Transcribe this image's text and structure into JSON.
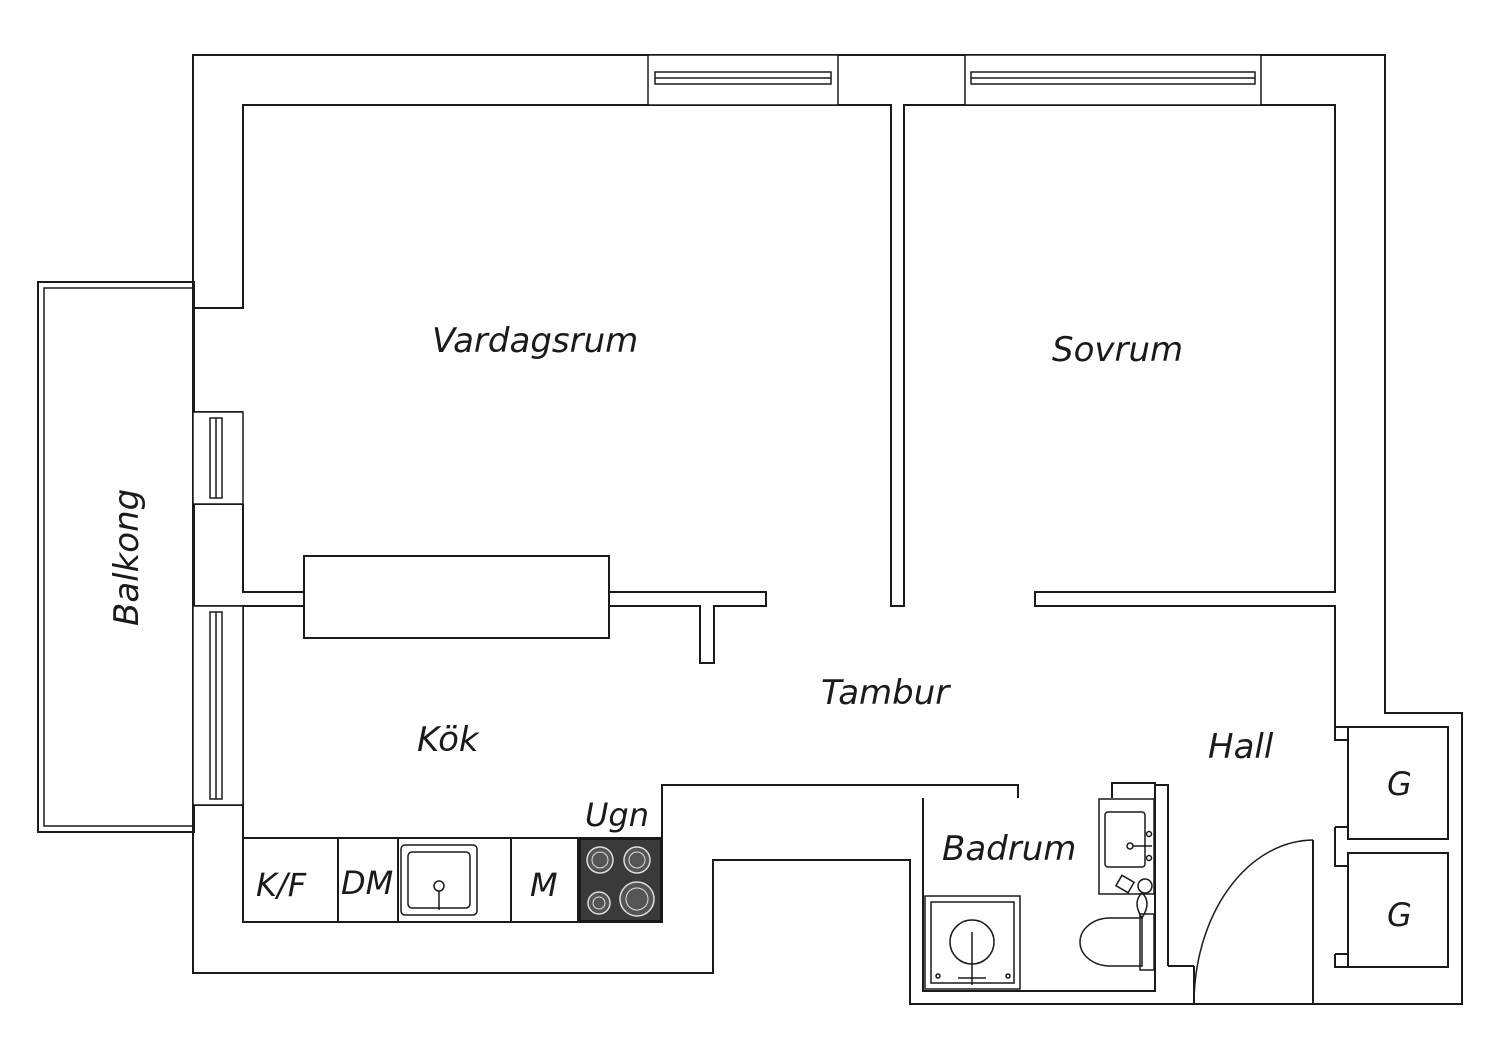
{
  "rooms": {
    "vardagsrum": "Vardagsrum",
    "sovrum": "Sovrum",
    "balkong": "Balkong",
    "kok": "Kök",
    "tambur": "Tambur",
    "hall": "Hall",
    "badrum": "Badrum",
    "ugn": "Ugn"
  },
  "kitchen": {
    "fridge": "K/F",
    "dishwasher": "DM",
    "microwave": "M"
  },
  "closets": [
    "G",
    "G"
  ],
  "colors": {
    "line": "#1a1a1a",
    "stove": "#3a3a3a",
    "background": "#ffffff"
  }
}
